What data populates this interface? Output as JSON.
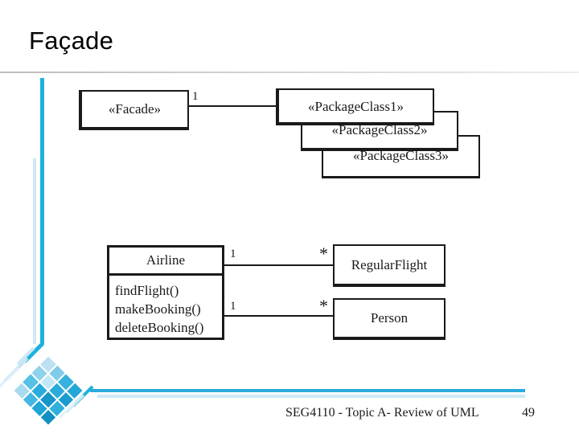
{
  "slide": {
    "title": "Façade",
    "footer_text": "SEG4110 - Topic A-  Review of UML",
    "page_number": "49"
  },
  "colors": {
    "accent_cyan": "#1fb1dc",
    "accent_light_blue": "#cde9f6",
    "diagram_ink": "#1a1a1a"
  },
  "facade_diagram": {
    "facade_label": "«Facade»",
    "multiplicity": "1",
    "package_labels": [
      "«PackageClass1»",
      "«PackageClass2»",
      "«PackageClass3»"
    ]
  },
  "airline_diagram": {
    "class_name": "Airline",
    "methods": [
      "findFlight()",
      "makeBooking()",
      "deleteBooking()"
    ],
    "regular_flight_label": "RegularFlight",
    "person_label": "Person",
    "associations": [
      {
        "left_mult": "1",
        "right_mult": "*"
      },
      {
        "left_mult": "1",
        "right_mult": "*"
      }
    ]
  }
}
